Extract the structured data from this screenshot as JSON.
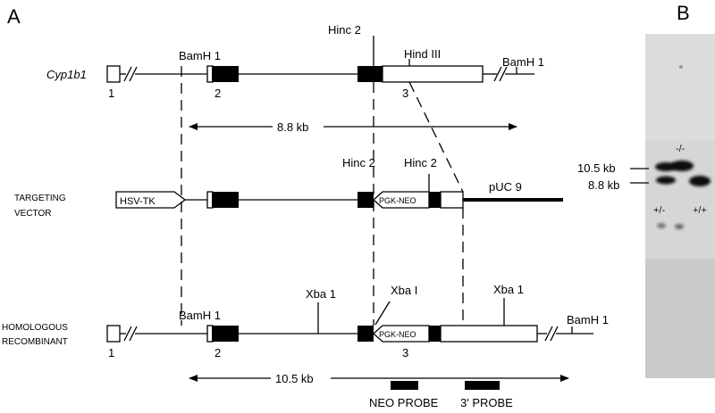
{
  "panel_a": {
    "letter": "A",
    "gene_name": "Cyp1b1",
    "wildtype": {
      "site_bamh1_left": "BamH 1",
      "site_hinc2": "Hinc 2",
      "site_hind3": "Hind III",
      "site_bamh1_right": "BamH 1",
      "exon1": "1",
      "exon2": "2",
      "exon3": "3",
      "fragment_size": "8.8 kb"
    },
    "targeting_vector": {
      "label_line1": "TARGETING",
      "label_line2": "VECTOR",
      "hsv_tk": "HSV-TK",
      "pgk_neo": "PGK-NEO",
      "site_hinc2_a": "Hinc 2",
      "site_hinc2_b": "Hinc 2",
      "puc9": "pUC 9"
    },
    "homologous_recombinant": {
      "label_line1": "HOMOLOGOUS",
      "label_line2": "RECOMBINANT",
      "site_bamh1_left": "BamH 1",
      "site_xba1_a": "Xba 1",
      "site_xbai": "Xba I",
      "site_xba1_b": "Xba 1",
      "site_bamh1_right": "BamH 1",
      "pgk_neo": "PGK-NEO",
      "exon1": "1",
      "exon2": "2",
      "exon3": "3",
      "fragment_size": "10.5 kb"
    },
    "probes": {
      "neo_probe": "NEO PROBE",
      "three_prime_probe": "3' PROBE"
    }
  },
  "panel_b": {
    "letter": "B",
    "size_upper": "10.5 kb",
    "size_lower": "8.8 kb",
    "genotype_ko": "-/-",
    "genotype_het": "+/-",
    "genotype_wt": "+/+"
  }
}
